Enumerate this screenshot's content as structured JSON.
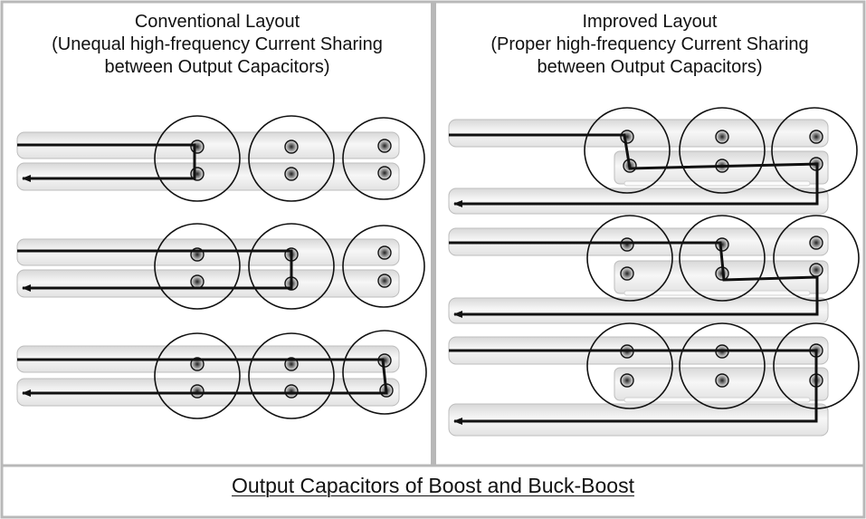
{
  "panels": {
    "left": {
      "title_lines": [
        "Conventional Layout",
        "(Unequal high-frequency Current Sharing",
        "between Output Capacitors)"
      ]
    },
    "right": {
      "title_lines": [
        "Improved Layout",
        "(Proper high-frequency Current Sharing",
        "between Output Capacitors)"
      ]
    }
  },
  "footer": {
    "caption": "Output Capacitors of Boost and Buck-Boost"
  },
  "colors": {
    "border": "#b8b8b8",
    "trace": "#111111",
    "plane_fill": "#eeeeee",
    "terminal_fill": "#666666"
  }
}
